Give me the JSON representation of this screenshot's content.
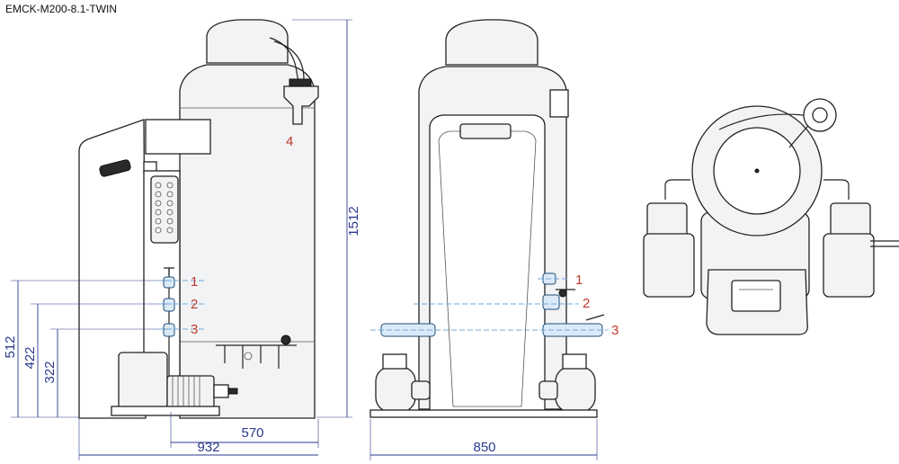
{
  "title": "EMCK-M200-8.1-TWIN",
  "dimensions": {
    "total_height": "1512",
    "conn1_height": "512",
    "conn2_height": "422",
    "conn3_height": "322",
    "depth_body": "570",
    "depth_total": "932",
    "width_front": "850"
  },
  "callouts": {
    "side_1": "1",
    "side_2": "2",
    "side_3": "3",
    "side_4": "4",
    "front_1": "1",
    "front_2": "2",
    "front_3": "3"
  },
  "colors": {
    "dimension": "#2b3a8c",
    "callout": "#c0392b",
    "outline": "#222222",
    "centerline": "#6fa8dc"
  }
}
